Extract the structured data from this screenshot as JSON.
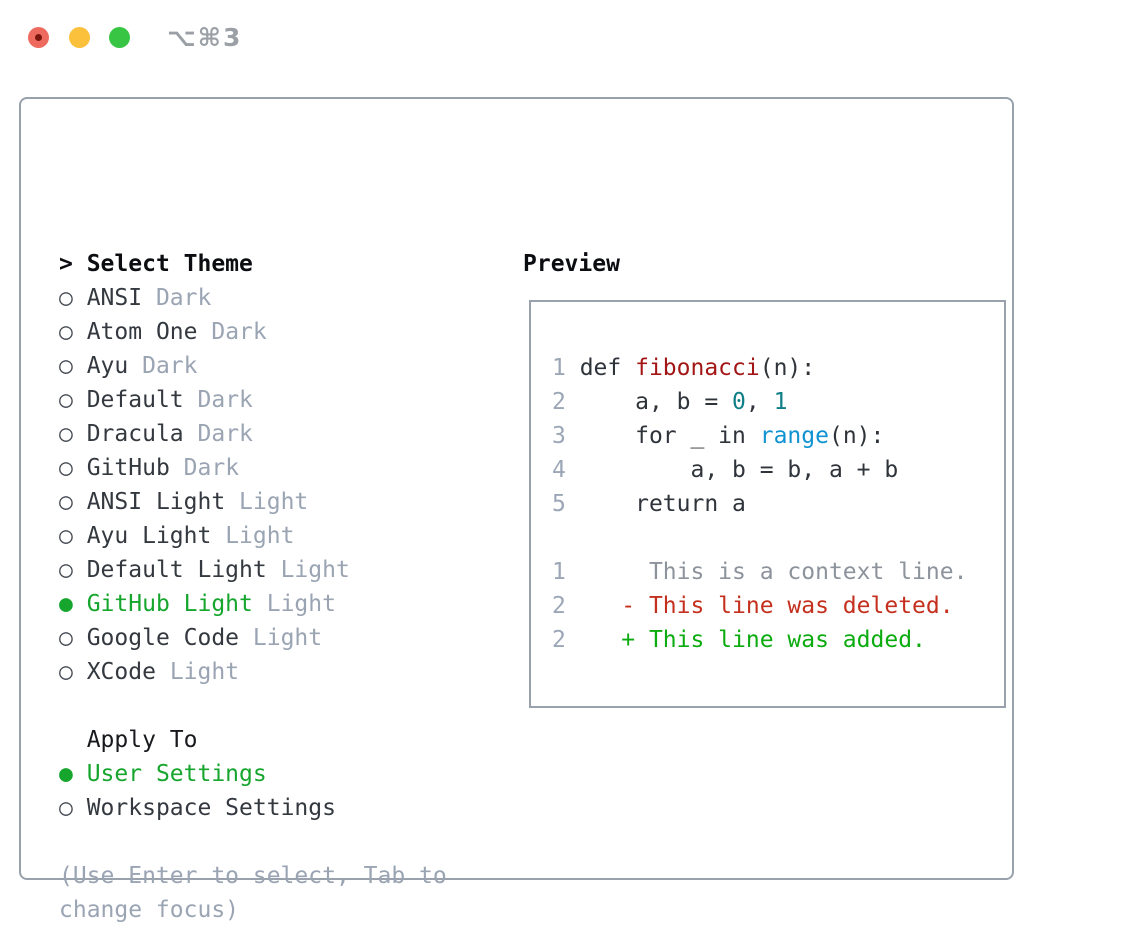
{
  "window": {
    "title": "⌥⌘3",
    "traffic_lights": [
      "close",
      "minimize",
      "zoom"
    ]
  },
  "theme_picker": {
    "header": "Select Theme",
    "header_marker": ">",
    "items": [
      {
        "name": "ANSI",
        "variant": "Dark",
        "selected": false
      },
      {
        "name": "Atom One",
        "variant": "Dark",
        "selected": false
      },
      {
        "name": "Ayu",
        "variant": "Dark",
        "selected": false
      },
      {
        "name": "Default",
        "variant": "Dark",
        "selected": false
      },
      {
        "name": "Dracula",
        "variant": "Dark",
        "selected": false
      },
      {
        "name": "GitHub",
        "variant": "Dark",
        "selected": false
      },
      {
        "name": "ANSI Light",
        "variant": "Light",
        "selected": false
      },
      {
        "name": "Ayu Light",
        "variant": "Light",
        "selected": false
      },
      {
        "name": "Default Light",
        "variant": "Light",
        "selected": false
      },
      {
        "name": "GitHub Light",
        "variant": "Light",
        "selected": true
      },
      {
        "name": "Google Code",
        "variant": "Light",
        "selected": false
      },
      {
        "name": "XCode",
        "variant": "Light",
        "selected": false
      }
    ],
    "apply_to": {
      "header": "Apply To",
      "options": [
        {
          "name": "User Settings",
          "selected": true
        },
        {
          "name": "Workspace Settings",
          "selected": false
        }
      ]
    },
    "help_lines": [
      "(Use Enter to select, Tab to",
      "change focus)"
    ],
    "marker_selected": "●",
    "marker_unselected": "○"
  },
  "preview": {
    "header": "Preview",
    "code_lines": [
      {
        "num": "1",
        "tokens": [
          [
            "def ",
            "code"
          ],
          [
            "fibonacci",
            "func"
          ],
          [
            "(n):",
            "code"
          ]
        ]
      },
      {
        "num": "2",
        "tokens": [
          [
            "    a, b = ",
            "code"
          ],
          [
            "0",
            "number"
          ],
          [
            ", ",
            "code"
          ],
          [
            "1",
            "number"
          ]
        ]
      },
      {
        "num": "3",
        "tokens": [
          [
            "    for _ in ",
            "code"
          ],
          [
            "range",
            "builtin"
          ],
          [
            "(n):",
            "code"
          ]
        ]
      },
      {
        "num": "4",
        "tokens": [
          [
            "        a, b = b, a + b",
            "code"
          ]
        ]
      },
      {
        "num": "5",
        "tokens": [
          [
            "    return a",
            "code"
          ]
        ]
      },
      {
        "num": "",
        "tokens": []
      },
      {
        "num": "1",
        "tokens": [
          [
            "     This is a context line.",
            "context"
          ]
        ]
      },
      {
        "num": "2",
        "tokens": [
          [
            "   - This line was deleted.",
            "deleted"
          ]
        ]
      },
      {
        "num": "2",
        "tokens": [
          [
            "   + This line was added.",
            "added"
          ]
        ]
      }
    ]
  },
  "colors": {
    "green": "#16a62e",
    "add-green": "#0cac10",
    "del-red": "#c4301d",
    "func-red": "#a31616",
    "num-teal": "#0f7f87",
    "builtin-blue": "#0f93d2",
    "muted": "#9aa4b3",
    "context-gray": "#8d939c",
    "line-number": "#9ba6b6",
    "border": "#99a1ac",
    "light-red": "#ee6a5f",
    "light-yellow": "#fbc13c",
    "light-green": "#38c543"
  }
}
